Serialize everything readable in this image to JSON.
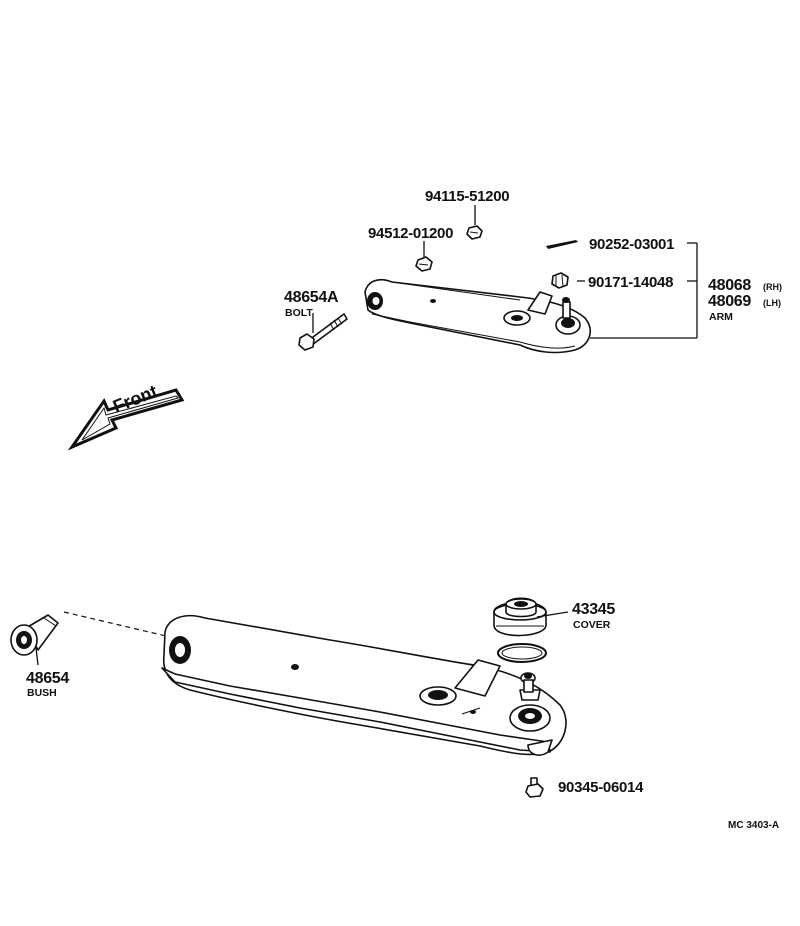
{
  "parts": {
    "p94115": "94115-51200",
    "p94512": "94512-01200",
    "p90252": "90252-03001",
    "p90171": "90171-14048",
    "arm_rh_no": "48068",
    "arm_rh_side": "(RH)",
    "arm_lh_no": "48069",
    "arm_lh_side": "(LH)",
    "arm_desc": "ARM",
    "bolt_no": "48654A",
    "bolt_desc": "BOLT",
    "bush_no": "48654",
    "bush_desc": "BUSH",
    "cover_no": "43345",
    "cover_desc": "COVER",
    "p90345": "90345-06014"
  },
  "front_label": "Front",
  "ref_code": "MC 3403-A"
}
